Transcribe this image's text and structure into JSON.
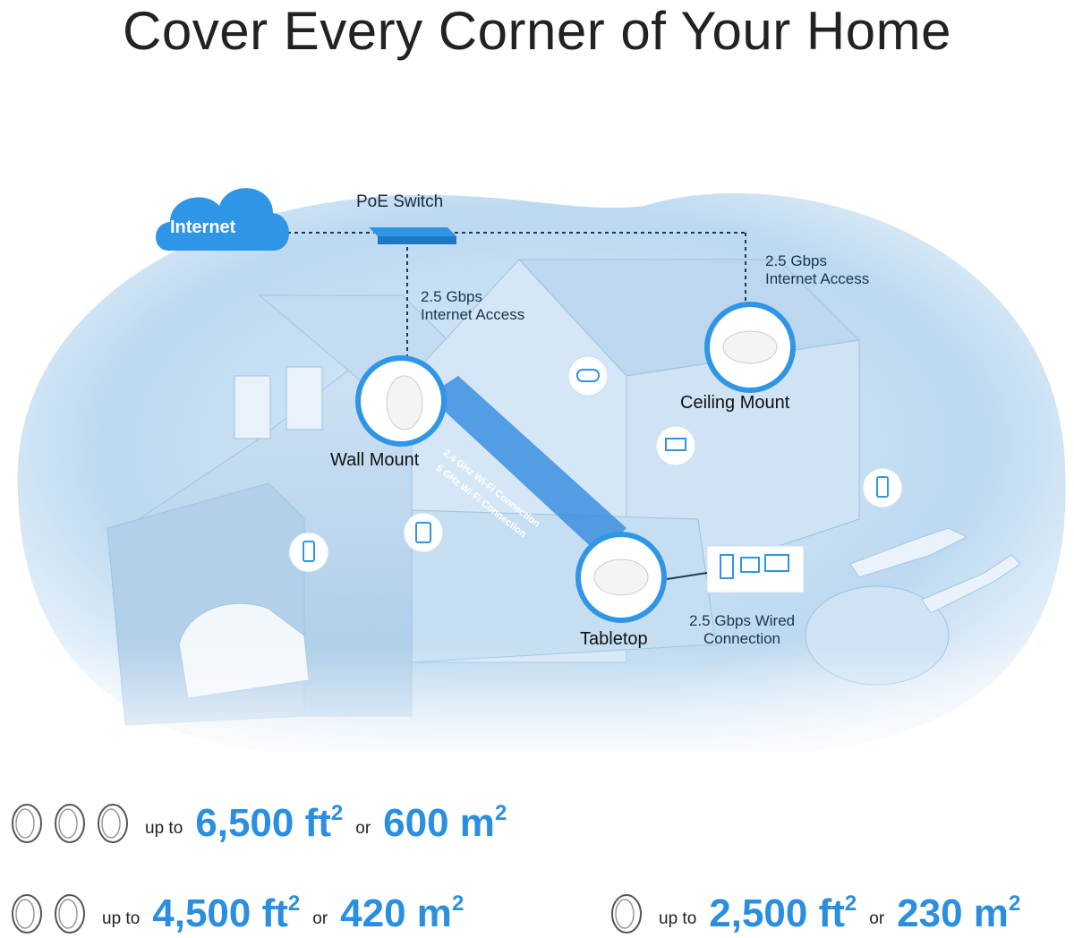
{
  "title": "Cover Every Corner of Your Home",
  "diagram": {
    "internet": "Internet",
    "poe_switch": "PoE Switch",
    "wall_access_l1": "2.5 Gbps",
    "wall_access_l2": "Internet Access",
    "ceiling_access_l1": "2.5 Gbps",
    "ceiling_access_l2": "Internet Access",
    "wall_mount": "Wall Mount",
    "ceiling_mount": "Ceiling Mount",
    "tabletop": "Tabletop",
    "wired_l1": "2.5 Gbps Wired",
    "wired_l2": "Connection",
    "wifi_24": "2.4 GHz Wi-Fi Connection",
    "wifi_5": "5 GHz Wi-Fi Connection"
  },
  "coverage": [
    {
      "units": 3,
      "upto": "up to",
      "ft": "6,500 ft",
      "ft_sup": "2",
      "or": "or",
      "m": "600 m",
      "m_sup": "2"
    },
    {
      "units": 2,
      "upto": "up to",
      "ft": "4,500 ft",
      "ft_sup": "2",
      "or": "or",
      "m": "420 m",
      "m_sup": "2"
    },
    {
      "units": 1,
      "upto": "up to",
      "ft": "2,500 ft",
      "ft_sup": "2",
      "or": "or",
      "m": "230 m",
      "m_sup": "2"
    }
  ],
  "icons": [
    "cloud-icon",
    "switch-icon",
    "gamepad-icon",
    "monitor-icon",
    "phone-icon",
    "tablet-icon",
    "devices-icon",
    "access-point-icon",
    "car-icon",
    "lounge-chair-icon"
  ]
}
